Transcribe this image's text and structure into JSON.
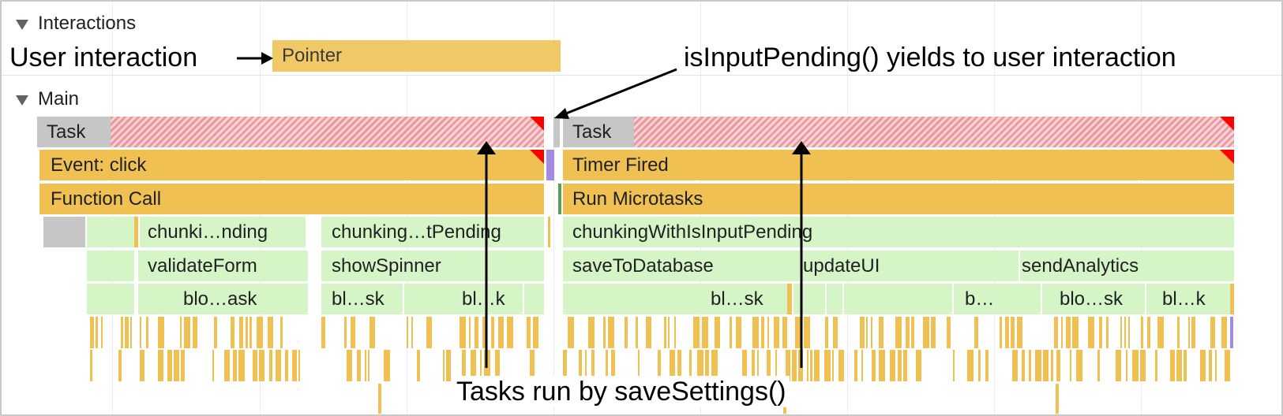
{
  "tracks": {
    "interactions": "Interactions",
    "main": "Main"
  },
  "interaction": {
    "label": "Pointer"
  },
  "tasks": [
    {
      "label": "Task"
    },
    {
      "label": "Task"
    }
  ],
  "events": {
    "click": "Event: click",
    "timer": "Timer Fired"
  },
  "calls": {
    "function_call": "Function Call",
    "run_microtasks": "Run Microtasks"
  },
  "functions": {
    "chunk_a": "chunki…nding",
    "chunk_b": "chunking…tPending",
    "chunk_c": "chunkingWithIsInputPending",
    "validate": "validateForm",
    "spinner": "showSpinner",
    "save_db": "saveToDatabase",
    "update_ui": "updateUI",
    "analytics": "sendAnalytics"
  },
  "blocking": {
    "b1": "blo…ask",
    "b2": "bl…sk",
    "b3": "bl…k",
    "b4": "bl…sk",
    "b5": "b…",
    "b6": "blo…sk",
    "b7": "bl…k"
  },
  "annotations": {
    "user_interaction": "User interaction",
    "yields": "isInputPending() yields to user interaction",
    "tasks_run": "Tasks run by saveSettings()"
  },
  "colors": {
    "task_gray": "#c6c6c6",
    "long_task_red": "#e99a9f",
    "event_yellow": "#f0c152",
    "function_green": "#d6f5c7",
    "warning_red": "#ff0000"
  }
}
